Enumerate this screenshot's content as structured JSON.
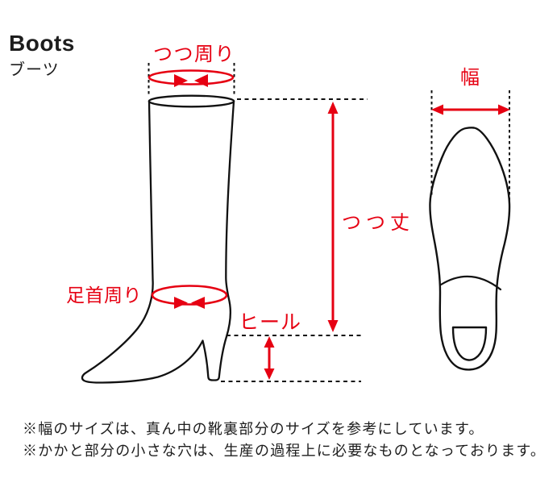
{
  "header": {
    "title_en": "Boots",
    "title_ja": "ブーツ"
  },
  "labels": {
    "shaft_circumference": "つつ周り",
    "shaft_height": "つつ丈",
    "ankle_circumference": "足首周り",
    "heel": "ヒール",
    "width": "幅"
  },
  "icons": {
    "shaft_circumference": "circumference-loop-arrows-icon",
    "ankle_circumference": "circumference-loop-arrows-icon",
    "shaft_height": "double-arrow-vertical-icon",
    "heel": "double-arrow-vertical-icon",
    "width": "double-arrow-horizontal-icon"
  },
  "notes": [
    "※幅のサイズは、真ん中の靴裏部分のサイズを参考にしています。",
    "※かかと部分の小さな穴は、生産の過程上に必要なものとなっております。"
  ],
  "colors": {
    "accent_red": "#e60012",
    "line_black": "#111111",
    "text": "#1d1d1d",
    "background": "#ffffff"
  }
}
